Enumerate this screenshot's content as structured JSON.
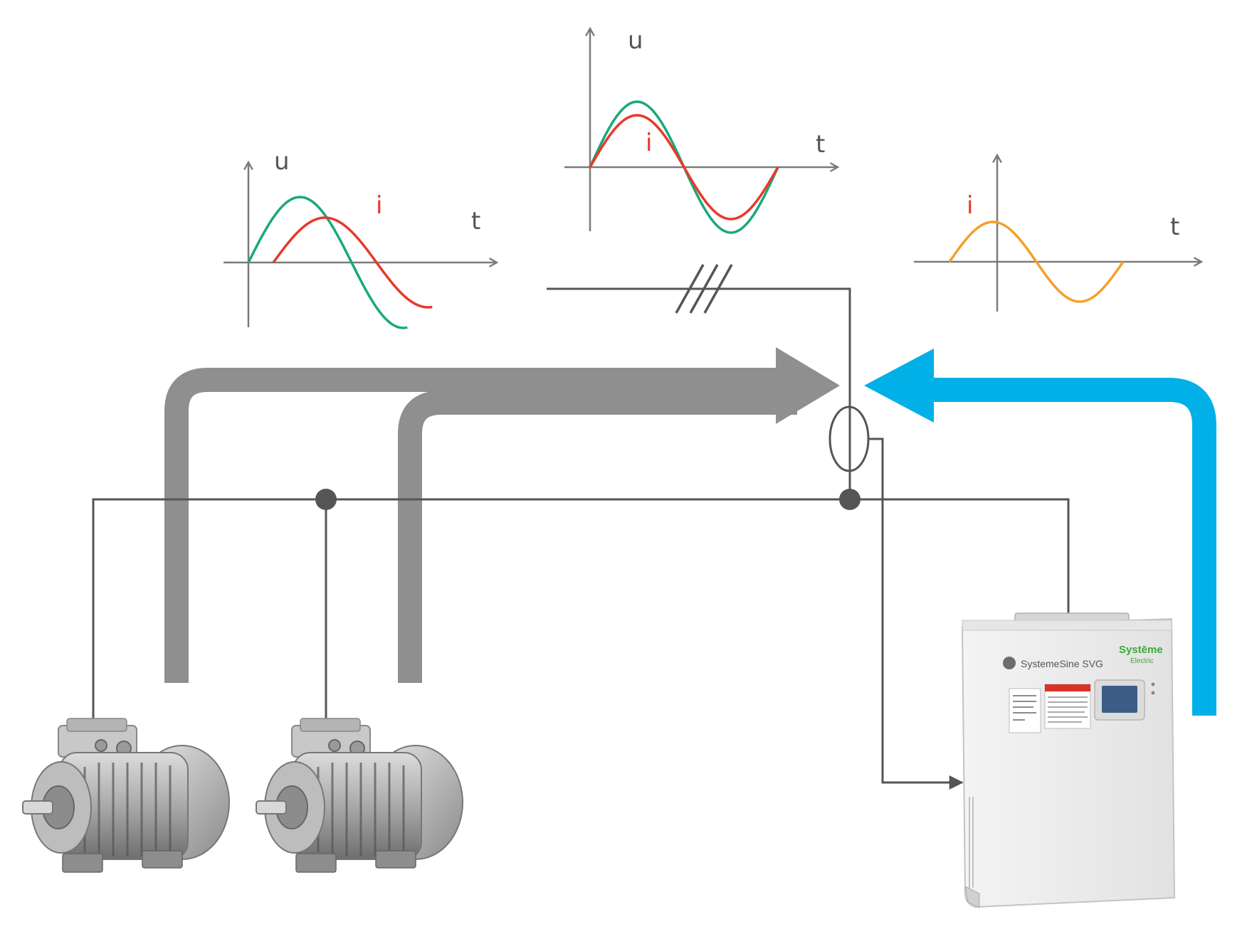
{
  "colors": {
    "voltage": "#1aa87a",
    "current_lag": "#e8382b",
    "current_comp": "#f5a028",
    "flow_arrow": "#8f8f8f",
    "comp_arrow": "#00b0e6",
    "wire": "#555555",
    "axis": "#7a7a7a",
    "cabinet": "#ececec",
    "brand": "#3aaa35"
  },
  "graph_left": {
    "u_label": "u",
    "i_label": "i",
    "t_label": "t"
  },
  "graph_center": {
    "u_label": "u",
    "i_label": "i",
    "t_label": "t"
  },
  "graph_right": {
    "i_label": "i",
    "t_label": "t"
  },
  "device": {
    "name": "SystemeSine SVG",
    "brand_line1": "Systēme",
    "brand_line2": "Electric"
  },
  "icons": {
    "motor_left": "electric-motor-icon",
    "motor_right": "electric-motor-icon",
    "device": "svg-compensator-cabinet-icon",
    "ct": "current-transformer-icon"
  }
}
